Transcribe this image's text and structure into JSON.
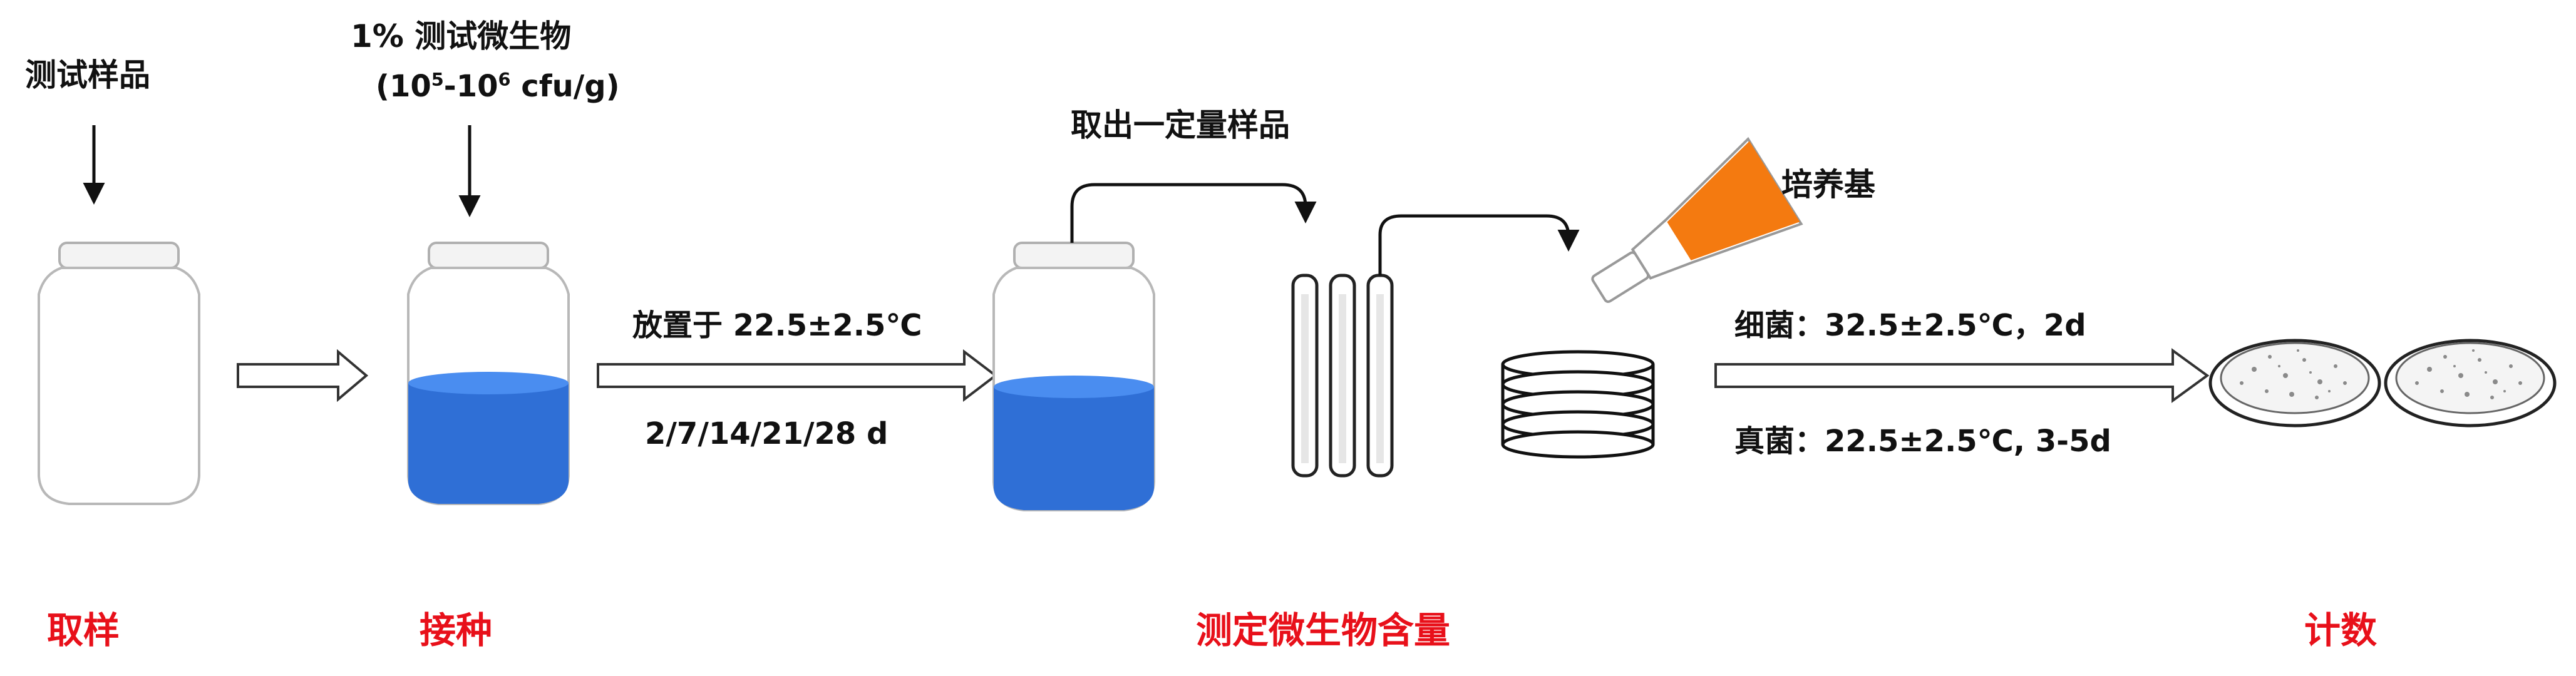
{
  "top_labels": {
    "sample": "测试样品",
    "inoculum_line1": "1% 测试微生物",
    "inoculum_line2_prefix": "(10",
    "inoculum_exp1": "5",
    "inoculum_mid": "-10",
    "inoculum_exp2": "6",
    "inoculum_suffix": " cfu/g)",
    "take_sample": "取出一定量样品",
    "medium": "培养基"
  },
  "incubation": {
    "line1": "放置于 22.5±2.5℃",
    "line2": "2/7/14/21/28 d"
  },
  "culture_conditions": {
    "bacteria": "细菌：32.5±2.5℃，2d",
    "fungi": "真菌：22.5±2.5℃, 3-5d"
  },
  "stages": [
    "取样",
    "接种",
    "测定微生物含量",
    "计数"
  ],
  "colors": {
    "liquid": "#2f6fd6",
    "liquid_top": "#4a8df0",
    "medium": "#f47a10",
    "stage_text": "#e8101a",
    "outline": "#9a9a9a"
  },
  "icons": [
    "jar-icon",
    "inoculated-jar-icon",
    "test-tube-icon",
    "medium-bottle-icon",
    "petri-dish-stack-icon",
    "petri-dish-colonies-icon"
  ]
}
